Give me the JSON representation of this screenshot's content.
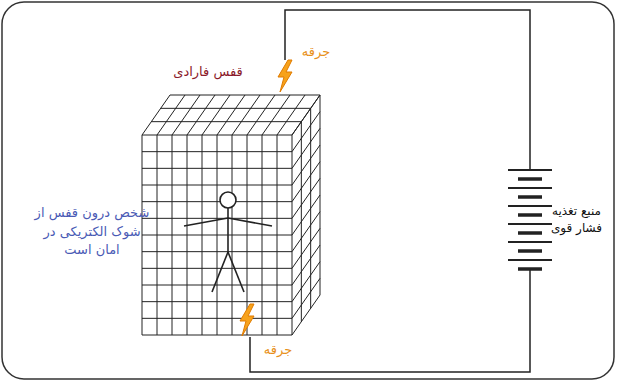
{
  "diagram": {
    "labels": [
      "جرقه",
      "قفس فارادی",
      "شخص درون قفس از شوک الکتریکی در امان است",
      "منبع تغذیه فشار قوی",
      "جرقه"
    ]
  }
}
